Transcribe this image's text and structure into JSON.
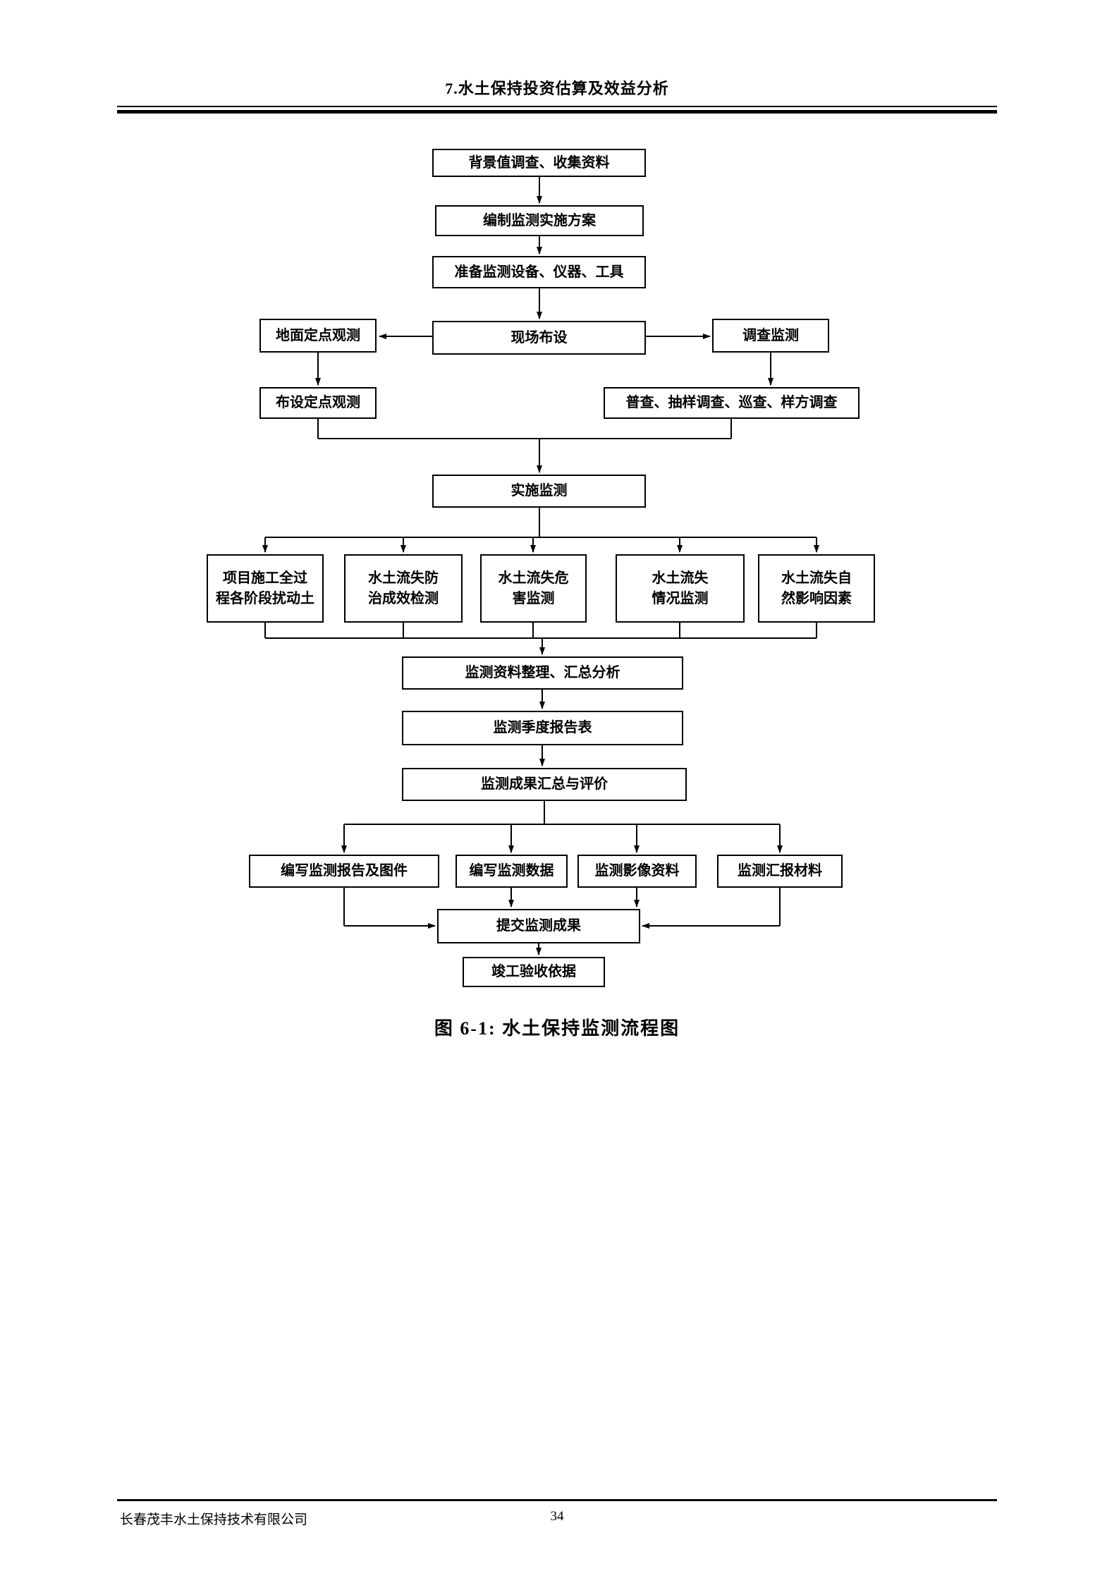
{
  "page": {
    "header_title": "7.水土保持投资估算及效益分析",
    "footer_company": "长春茂丰水土保持技术有限公司",
    "page_number": "34"
  },
  "figure": {
    "caption": "图 6-1: 水土保持监测流程图",
    "nodes": {
      "bg": "背景值调查、收集资料",
      "plan": "编制监测实施方案",
      "prepare": "准备监测设备、仪器、工具",
      "ground": "地面定点观测",
      "site": "现场布设",
      "survey": "调查监测",
      "layout": "布设定点观测",
      "census": "普查、抽样调查、巡查、样方调查",
      "implement": "实施监测",
      "a1": "项目施工全过\n程各阶段扰动土",
      "a2": "水土流失防\n治成效检测",
      "a3": "水土流失危\n害监测",
      "a4": "水土流失\n情况监测",
      "a5": "水土流失自\n然影响因素",
      "collate": "监测资料整理、汇总分析",
      "quarterly": "监测季度报告表",
      "summary": "监测成果汇总与评价",
      "b1": "编写监测报告及图件",
      "b2": "编写监测数据",
      "b3": "监测影像资料",
      "b4": "监测汇报材料",
      "submit": "提交监测成果",
      "acceptance": "竣工验收依据"
    }
  }
}
